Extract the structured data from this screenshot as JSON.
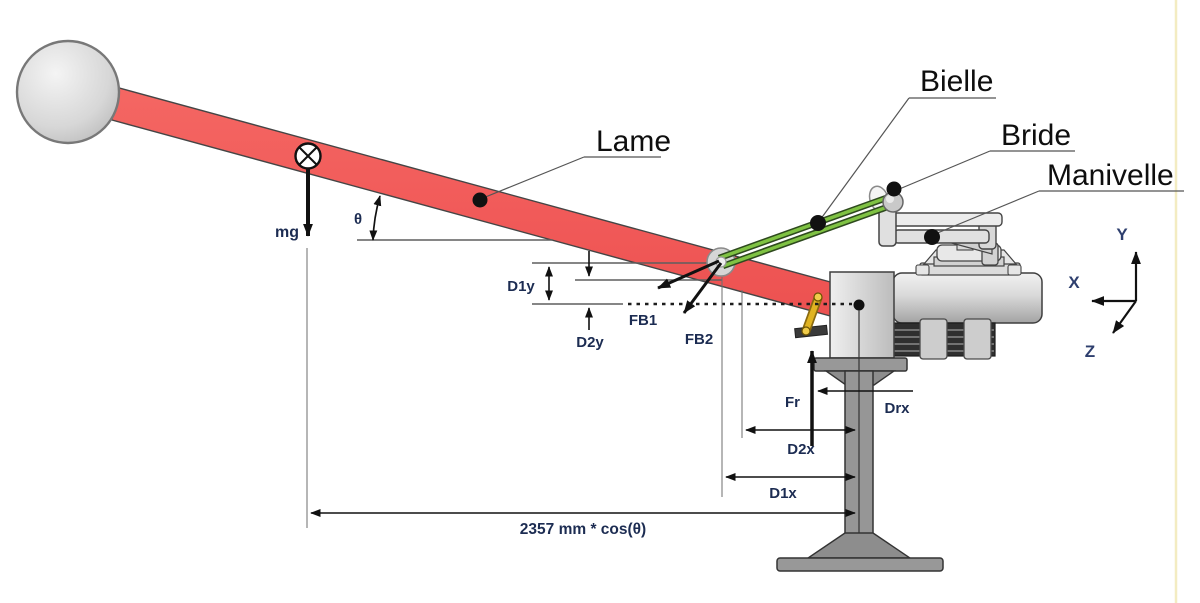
{
  "diagram": {
    "title_labels": {
      "lame": "Lame",
      "bielle": "Bielle",
      "bride": "Bride",
      "manivelle": "Manivelle"
    },
    "forces": {
      "mg": "mg",
      "fb1": "FB1",
      "fb2": "FB2",
      "fr": "Fr"
    },
    "dimensions": {
      "d1y": "D1y",
      "d2y": "D2y",
      "d2x": "D2x",
      "d1x": "D1x",
      "drx": "Drx",
      "span": "2357 mm * cos(θ)",
      "angle": "θ"
    },
    "axes": {
      "x": "X",
      "y": "Y",
      "z": "Z"
    },
    "colors": {
      "blade_red": "#f2605e",
      "link_green": "#7fc243",
      "crank_yellow": "#d9a21b",
      "metal_light": "#e6e6e6",
      "pedestal_gray": "#969696",
      "label_navy": "#1c2c52"
    }
  }
}
